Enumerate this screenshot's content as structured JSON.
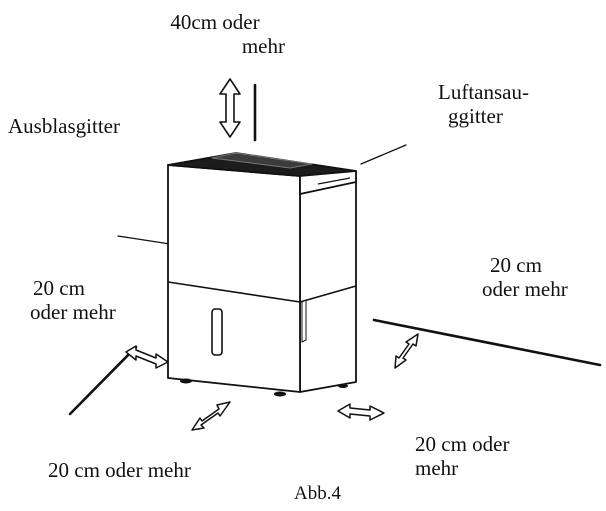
{
  "labels": {
    "top_clearance": [
      "40cm oder",
      "mehr"
    ],
    "outlet_grille": "Ausblasgitter",
    "intake_grille": [
      "Luftansau-",
      "ggitter"
    ],
    "left_clearance": [
      "20 cm",
      "oder mehr"
    ],
    "right_clearance": [
      "20 cm",
      "oder mehr"
    ],
    "front_clearance": "20 cm oder mehr",
    "front_right_clearance": [
      "20 cm oder",
      "mehr"
    ],
    "figure_caption": "Abb.4"
  },
  "colors": {
    "line": "#111111",
    "unit_fill": "#ffffff",
    "top_panel": "#1c1c1c"
  }
}
